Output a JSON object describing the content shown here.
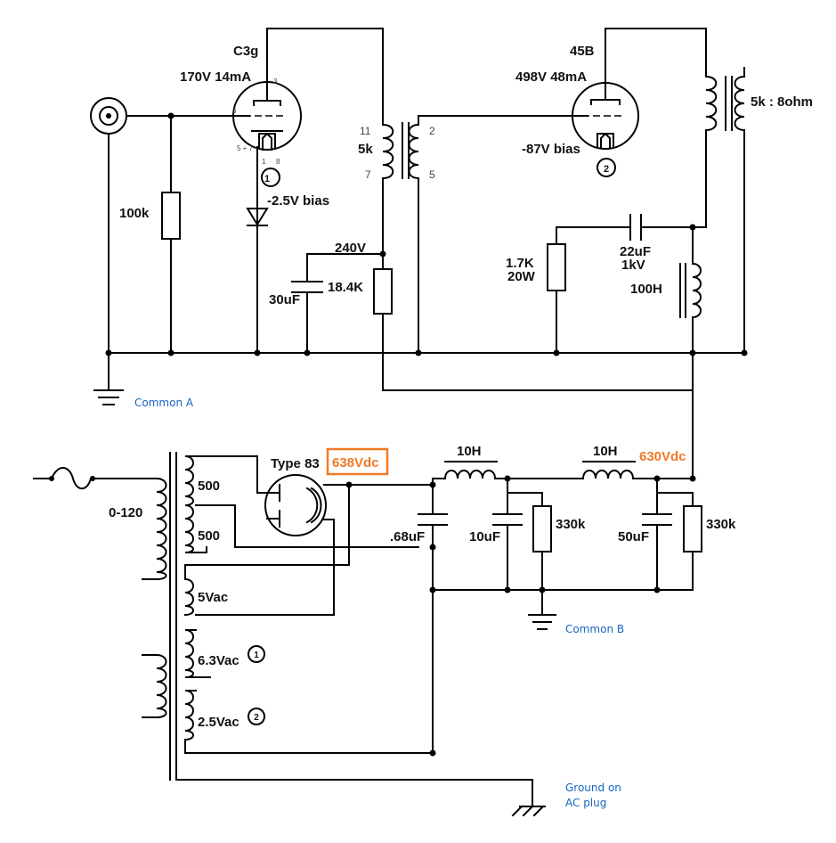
{
  "tubes": {
    "c3g": {
      "name": "C3g",
      "op": "170V 14mA",
      "bias": "-2.5V bias",
      "pin6": "6",
      "pin3": "3",
      "pin57": "5 + 7",
      "pin1": "1",
      "pin8": "8",
      "marker": "1"
    },
    "b45": {
      "name": "45B",
      "op": "498V 48mA",
      "bias": "-87V bias",
      "marker": "2"
    },
    "rect": {
      "name": "Type 83",
      "voltage": "638Vdc"
    }
  },
  "interstage": {
    "pin11": "11",
    "pin7": "7",
    "pin2": "2",
    "pin5": "5",
    "ratio": "5k"
  },
  "output": {
    "ratio": "5k : 8ohm"
  },
  "components": {
    "r_grid": "100k",
    "node_240": "240V",
    "r_184": "18.4K",
    "c_30": "30uF",
    "r_17k_a": "1.7K",
    "r_17k_b": "20W",
    "c_22_a": "22uF",
    "c_22_b": "1kV",
    "choke_100h": "100H",
    "choke1": "10H",
    "choke2": "10H",
    "c_68": ".68uF",
    "c_10": "10uF",
    "r_330a": "330k",
    "c_50": "50uF",
    "r_330b": "330k",
    "v_630": "630Vdc"
  },
  "transformer": {
    "primary": "0-120",
    "hv1": "500",
    "hv2": "500",
    "fil5": "5Vac",
    "fil63": "6.3Vac",
    "fil25": "2.5Vac",
    "m1": "1",
    "m2": "2"
  },
  "grounds": {
    "a": "Common A",
    "b": "Common B",
    "plug1": "Ground on",
    "plug2": "AC plug"
  },
  "colors": {
    "wire": "#000000",
    "ground_label": "#1565c0",
    "voltage_highlight": "#f07a26"
  }
}
